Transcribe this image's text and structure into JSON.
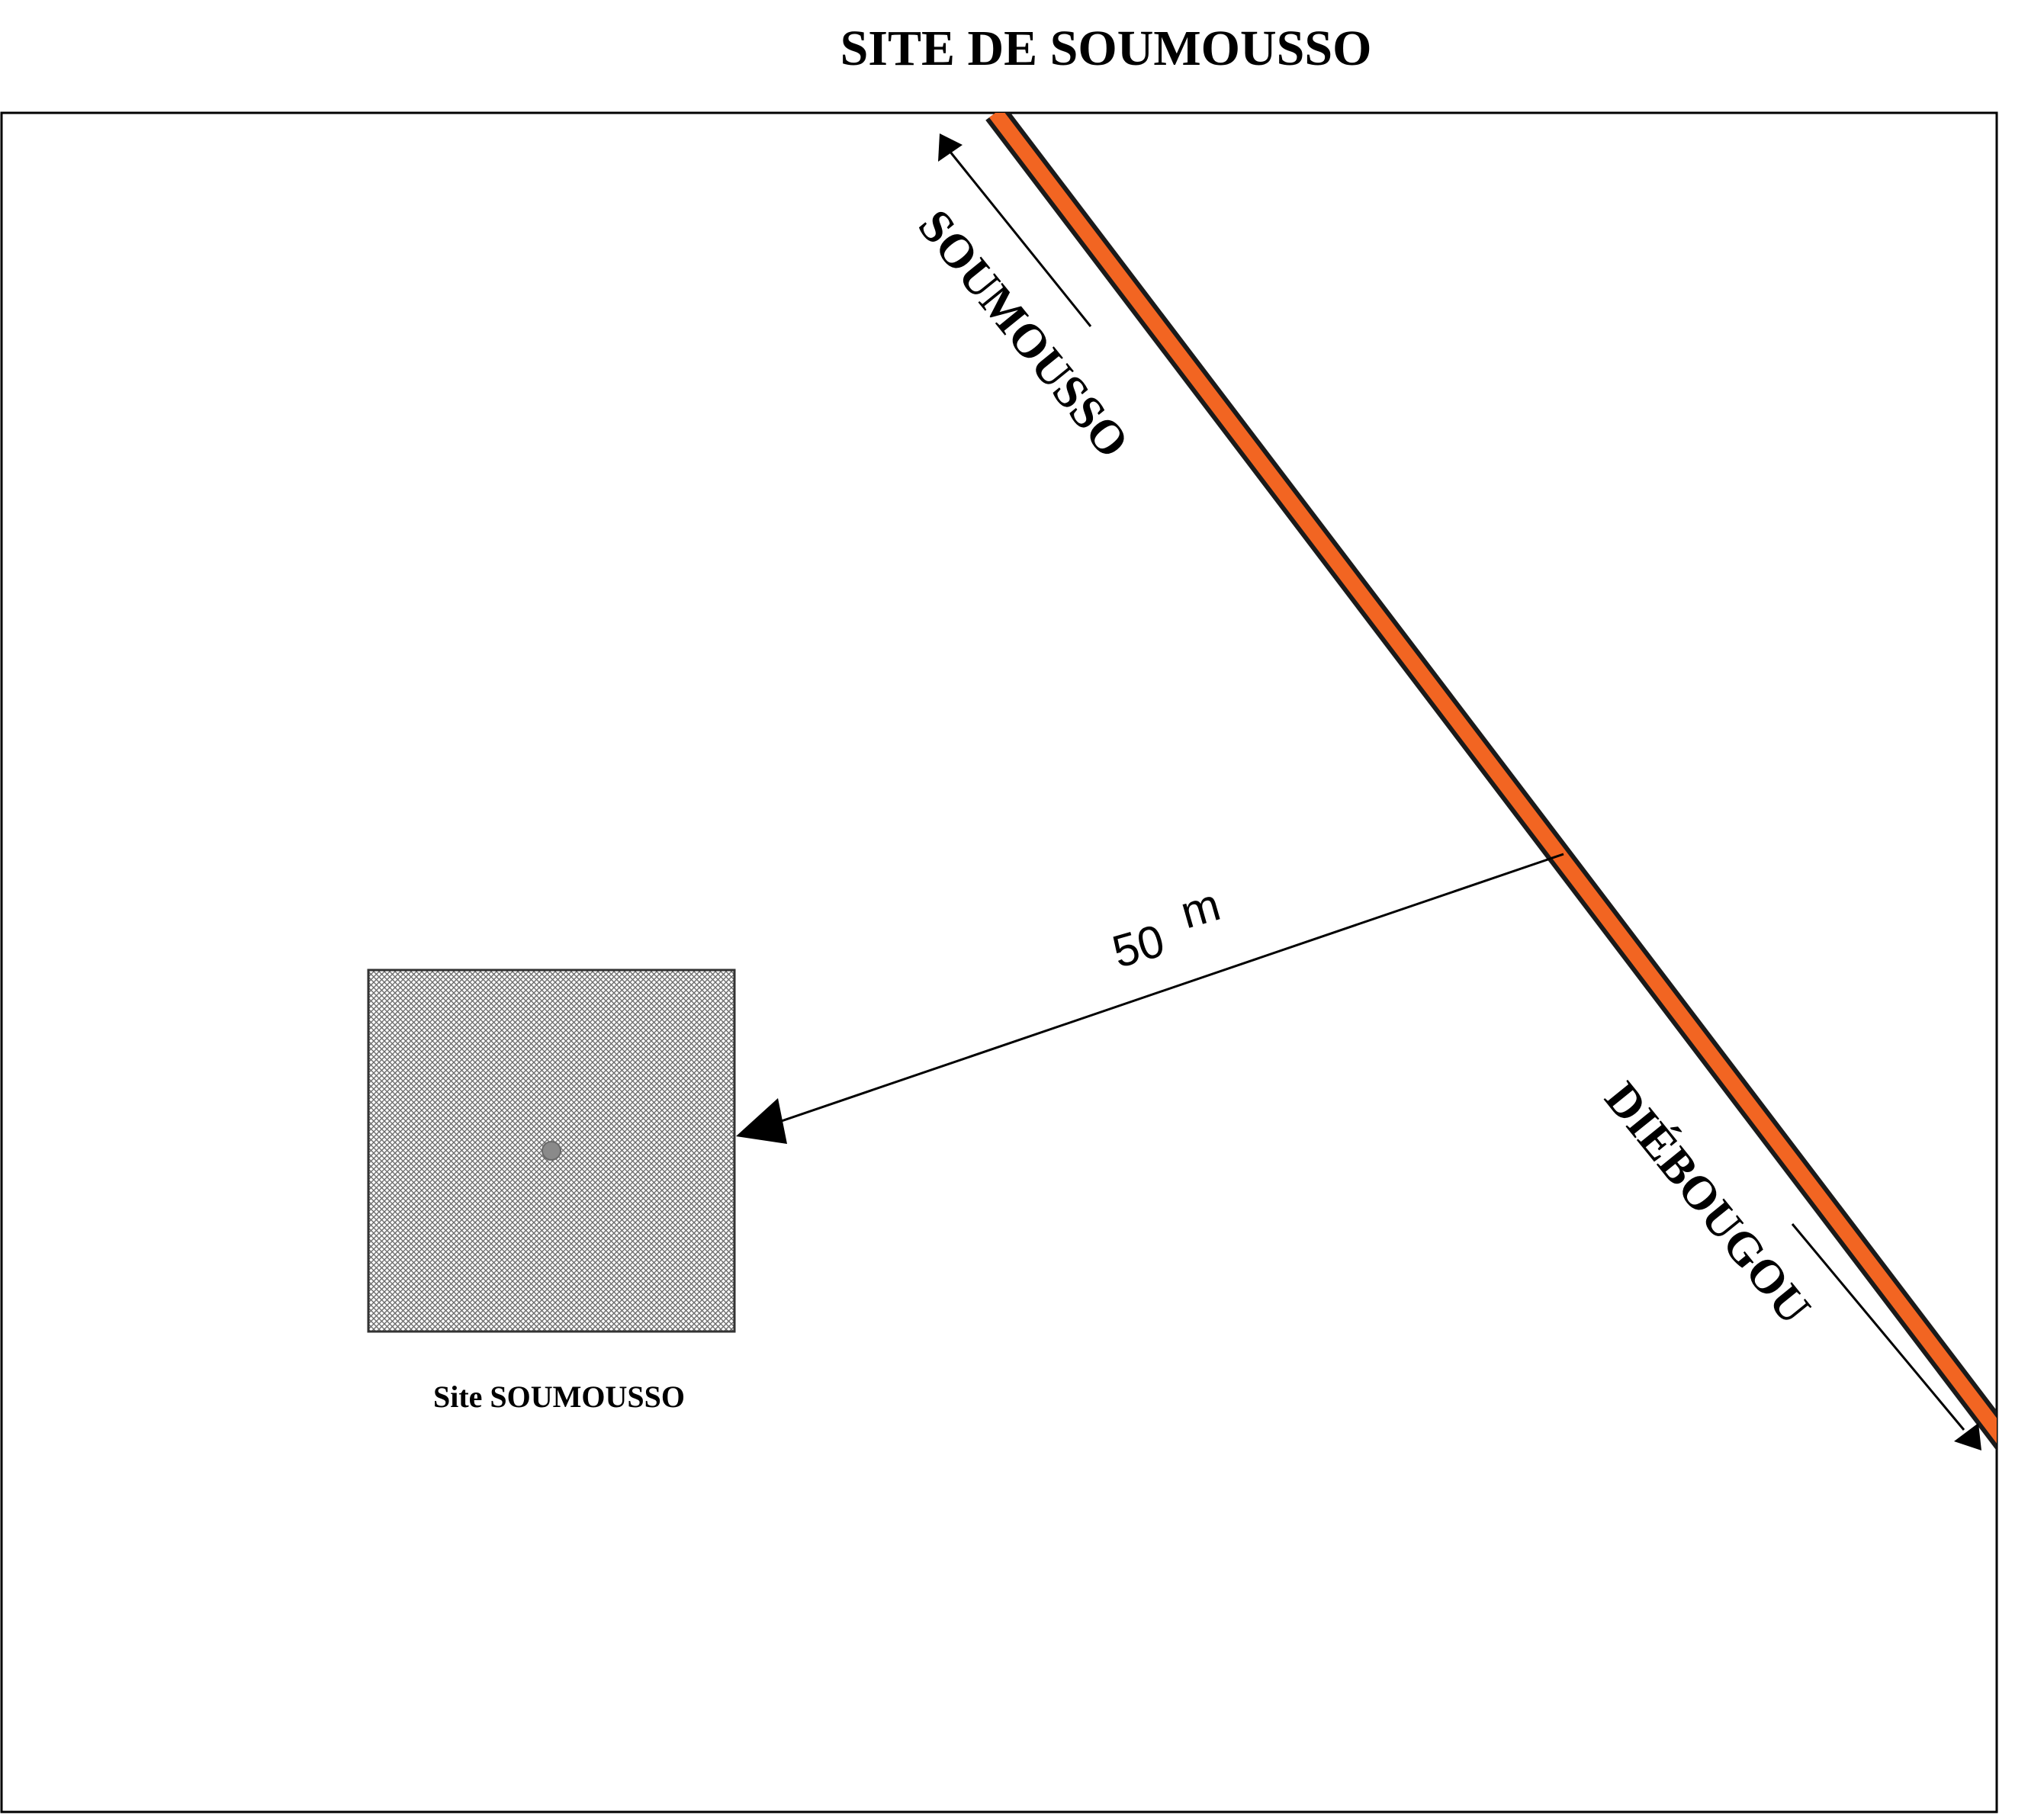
{
  "title": "SITE DE SOUMOUSSO",
  "road": {
    "color": "#F26522",
    "outline_color": "#1a1a1a",
    "direction_north": "SOUMOUSSO",
    "direction_south": "DIÉBOUGOU"
  },
  "distance": {
    "value": "50",
    "unit": "m"
  },
  "site": {
    "label": "Site SOUMOUSSO",
    "fill_color": "#bdbdbd",
    "marker_color": "#8a8a8a"
  }
}
